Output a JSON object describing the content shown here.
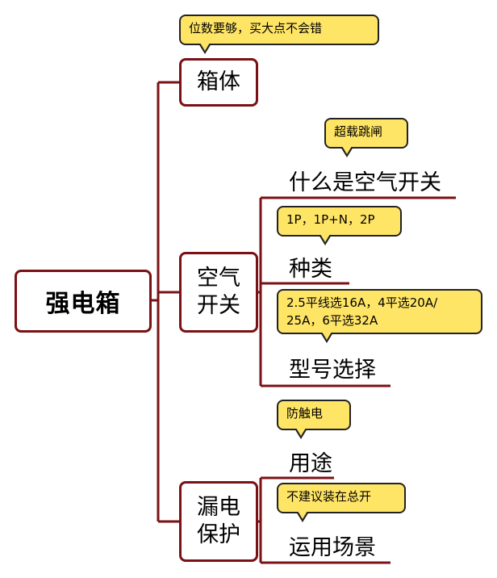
{
  "root": {
    "label": "强电箱"
  },
  "branches": {
    "box_body": {
      "label": "箱体",
      "note": "位数要够，买大点不会错"
    },
    "air_switch": {
      "label_line1": "空气",
      "label_line2": "开关",
      "items": [
        {
          "label": "什么是空气开关",
          "note": "超载跳闸"
        },
        {
          "label": "种类",
          "note": "1P，1P+N，2P"
        },
        {
          "label": "型号选择",
          "note_line1": "2.5平线选16A，4平选20A/",
          "note_line2": "25A，6平选32A"
        }
      ]
    },
    "leakage": {
      "label_line1": "漏电",
      "label_line2": "保护",
      "items": [
        {
          "label": "用途",
          "note": "防触电"
        },
        {
          "label": "运用场景",
          "note": "不建议装在总开"
        }
      ]
    }
  }
}
